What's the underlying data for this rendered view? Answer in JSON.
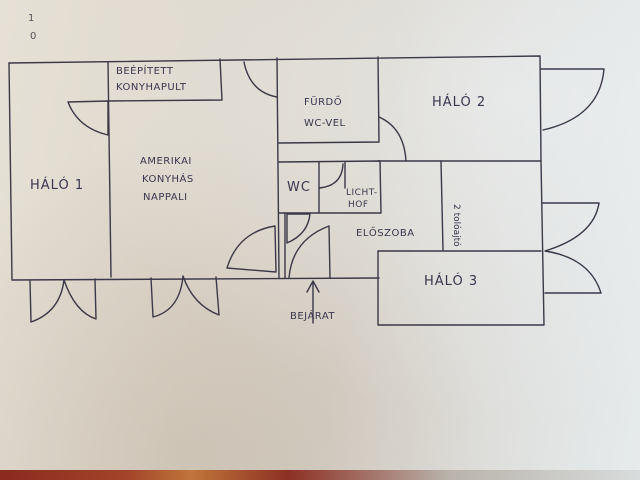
{
  "page_marks": [
    "1",
    "0"
  ],
  "rooms": {
    "halo1": "HÁLÓ 1",
    "kitchen_counter": [
      "BEÉPÍTETT",
      "KONYHAPULT"
    ],
    "living": [
      "AMERIKAI",
      "KONYHÁS",
      "NAPPALI"
    ],
    "bathroom": [
      "FÜRDŐ",
      "WC-VEL"
    ],
    "halo2": "HÁLÓ 2",
    "wc": "WC",
    "lightwell": [
      "LICHT-",
      "HOF"
    ],
    "hall": "ELŐSZOBA",
    "halo3": "HÁLÓ 3",
    "note_vertical": "2 tolóajtó"
  },
  "entrance": {
    "label": "BEJÁRAT",
    "arrow": "arrow-up-icon"
  },
  "colors": {
    "ink": "#3a3650",
    "paper": "#e0dad0"
  }
}
